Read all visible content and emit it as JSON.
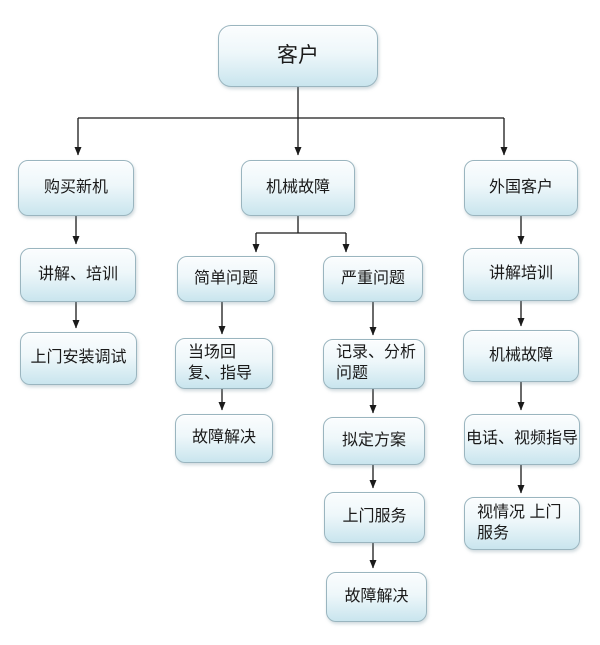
{
  "diagram": {
    "nodes": [
      {
        "id": "customer",
        "label": "客户"
      },
      {
        "id": "buy-new-machine",
        "label": "购买新机"
      },
      {
        "id": "mechanical-failure",
        "label": "机械故障"
      },
      {
        "id": "foreign-customer",
        "label": "外国客户"
      },
      {
        "id": "explain-training",
        "label": "讲解、培训"
      },
      {
        "id": "simple-problem",
        "label": "简单问题"
      },
      {
        "id": "serious-problem",
        "label": "严重问题"
      },
      {
        "id": "foreign-explain-training",
        "label": "讲解培训"
      },
      {
        "id": "onsite-install-debug",
        "label": "上门安装调试"
      },
      {
        "id": "onsite-reply-guide",
        "label": "当场回复、指导"
      },
      {
        "id": "record-analyze-problem",
        "label": "记录、分析问题"
      },
      {
        "id": "foreign-mechanical-failure",
        "label": "机械故障"
      },
      {
        "id": "fault-solved-simple",
        "label": "故障解决"
      },
      {
        "id": "draft-plan",
        "label": "拟定方案"
      },
      {
        "id": "phone-video-guide",
        "label": "电话、视频指导"
      },
      {
        "id": "onsite-service",
        "label": "上门服务"
      },
      {
        "id": "situational-onsite-service",
        "label": "视情况 上门服务"
      },
      {
        "id": "fault-solved-serious",
        "label": "故障解决"
      }
    ],
    "edges": [
      {
        "from": "customer",
        "to": "buy-new-machine"
      },
      {
        "from": "customer",
        "to": "mechanical-failure"
      },
      {
        "from": "customer",
        "to": "foreign-customer"
      },
      {
        "from": "buy-new-machine",
        "to": "explain-training"
      },
      {
        "from": "explain-training",
        "to": "onsite-install-debug"
      },
      {
        "from": "mechanical-failure",
        "to": "simple-problem"
      },
      {
        "from": "mechanical-failure",
        "to": "serious-problem"
      },
      {
        "from": "simple-problem",
        "to": "onsite-reply-guide"
      },
      {
        "from": "onsite-reply-guide",
        "to": "fault-solved-simple"
      },
      {
        "from": "serious-problem",
        "to": "record-analyze-problem"
      },
      {
        "from": "record-analyze-problem",
        "to": "draft-plan"
      },
      {
        "from": "draft-plan",
        "to": "onsite-service"
      },
      {
        "from": "onsite-service",
        "to": "fault-solved-serious"
      },
      {
        "from": "foreign-customer",
        "to": "foreign-explain-training"
      },
      {
        "from": "foreign-explain-training",
        "to": "foreign-mechanical-failure"
      },
      {
        "from": "foreign-mechanical-failure",
        "to": "phone-video-guide"
      },
      {
        "from": "phone-video-guide",
        "to": "situational-onsite-service"
      }
    ]
  },
  "colors": {
    "background": "#ffffff",
    "box_border": "#9ab5bf",
    "box_fill_top": "#fbfdfe",
    "box_fill_bottom": "#c9e5ee",
    "connector": "#1a1a1a",
    "text": "#1a1a1a"
  }
}
